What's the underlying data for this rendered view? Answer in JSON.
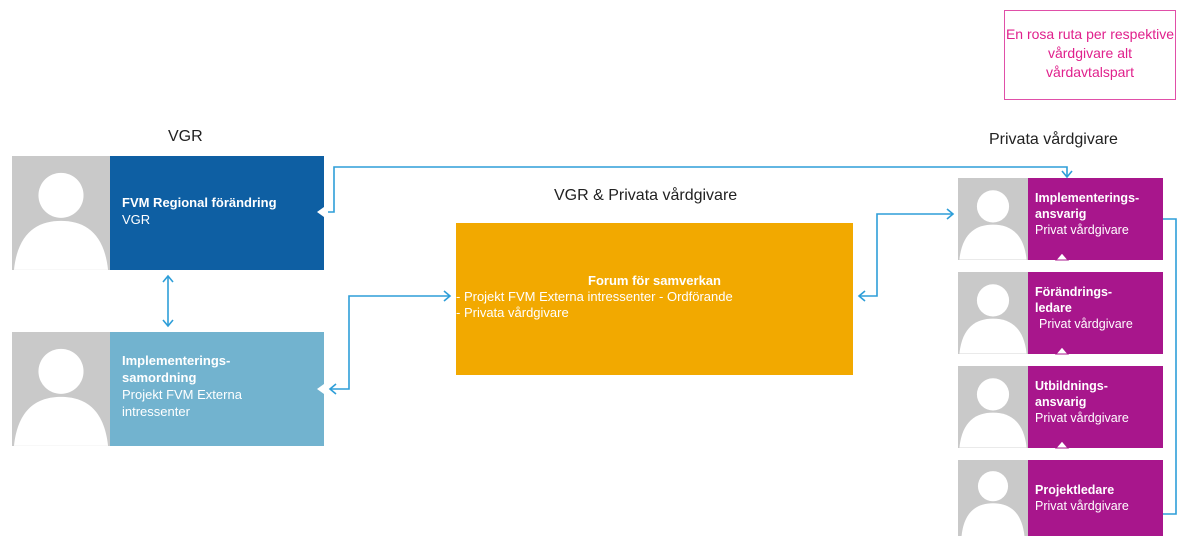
{
  "legend": "En rosa ruta per respektive vårdgivare alt vårdavtalspart",
  "headings": {
    "vgr": "VGR",
    "shared": "VGR & Privata vårdgivare",
    "private": "Privata vårdgivare"
  },
  "cards": {
    "regional": {
      "title": "FVM Regional förändring",
      "subtitle": "VGR",
      "color": "#0e5fa3"
    },
    "samordning": {
      "title": "Implementerings-samordning",
      "subtitle": "Projekt FVM Externa intressenter",
      "color": "#72b3cf"
    },
    "forum": {
      "title": "Forum för samverkan",
      "line1": "- Projekt FVM Externa intressenter - Ordförande",
      "line2": "- Privata vårdgivare",
      "color": "#f2a900"
    },
    "private_roles": [
      {
        "title": "Implementerings-ansvarig",
        "subtitle": "Privat vårdgivare"
      },
      {
        "title": "Förändrings-ledare",
        "subtitle": "Privat vårdgivare"
      },
      {
        "title": "Utbildnings-ansvarig",
        "subtitle": "Privat vårdgivare"
      },
      {
        "title": "Projektledare",
        "subtitle": "Privat vårdgivare"
      }
    ],
    "private_color": "#a8168c"
  },
  "connector_color": "#2e9ed8",
  "icons": {
    "avatar": "person-silhouette-icon"
  }
}
